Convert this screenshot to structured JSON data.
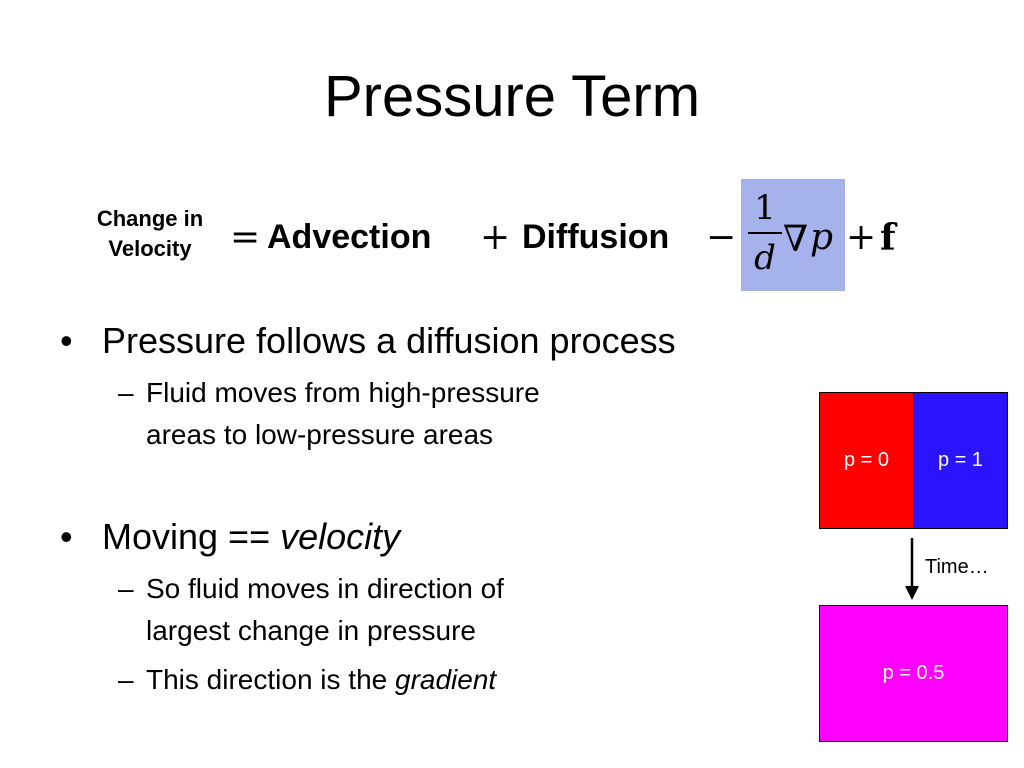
{
  "slide": {
    "title": "Pressure Term"
  },
  "equation": {
    "lhs_line1": "Change in",
    "lhs_line2": "Velocity",
    "equals": "=",
    "advection": "Advection",
    "plus1": "+",
    "diffusion": "Diffusion",
    "minus": "−",
    "frac_num": "1",
    "frac_den": "d",
    "nabla": "∇",
    "p": "p",
    "plus2": "+",
    "f": "f",
    "highlight_color": "#a5b2ec"
  },
  "bullets": [
    {
      "symbol": "•",
      "text": "Pressure follows a diffusion process",
      "subs": [
        {
          "symbol": "–",
          "line1": "Fluid moves from high-pressure",
          "line2": "areas to low-pressure areas"
        }
      ]
    },
    {
      "symbol": "•",
      "text_plain": "Moving == ",
      "text_italic": "velocity",
      "subs": [
        {
          "symbol": "–",
          "line1": "So fluid moves in direction of",
          "line2": "largest change in pressure"
        },
        {
          "symbol": "–",
          "text_plain": "This direction is the ",
          "text_italic": "gradient"
        }
      ]
    }
  ],
  "diagram": {
    "left_box": {
      "label": "p = 0",
      "color": "#ff0000"
    },
    "right_box": {
      "label": "p = 1",
      "color": "#2a14ff"
    },
    "time_label": "Time…",
    "result_box": {
      "label": "p = 0.5",
      "color": "#ff00ff"
    }
  }
}
